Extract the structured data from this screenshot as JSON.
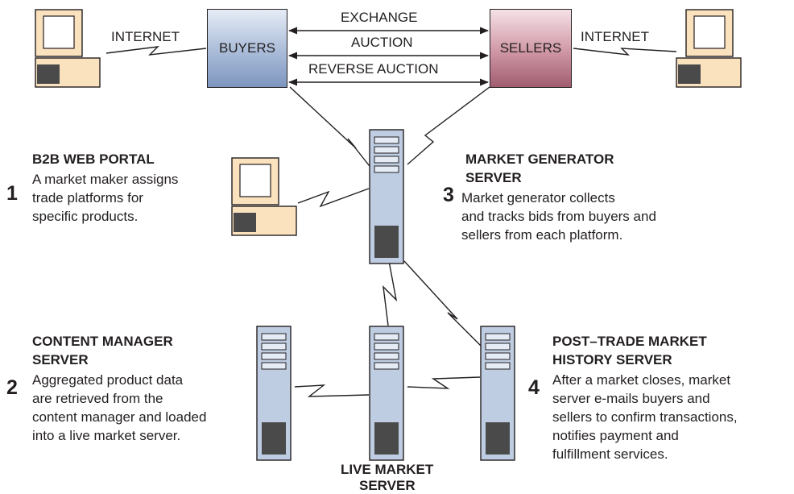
{
  "top": {
    "buyers_label": "BUYERS",
    "sellers_label": "SELLERS",
    "internet_left": "INTERNET",
    "internet_right": "INTERNET",
    "arrows": [
      "EXCHANGE",
      "AUCTION",
      "REVERSE AUCTION"
    ]
  },
  "steps": [
    {
      "number": "1",
      "title": [
        "B2B WEB PORTAL"
      ],
      "body": [
        "A market maker assigns",
        "trade platforms for",
        "specific products."
      ]
    },
    {
      "number": "2",
      "title": [
        "CONTENT MANAGER",
        "SERVER"
      ],
      "body": [
        "Aggregated product data",
        "are retrieved from the",
        "content manager and loaded",
        "into a live market server."
      ]
    },
    {
      "number": "3",
      "title": [
        "MARKET GENERATOR",
        "SERVER"
      ],
      "body": [
        "Market generator collects",
        "and tracks bids from buyers and",
        "sellers from each platform."
      ]
    },
    {
      "number": "4",
      "title": [
        "POST–TRADE MARKET",
        "HISTORY SERVER"
      ],
      "body": [
        "After a market closes, market",
        "server e-mails buyers and",
        "sellers to confirm transactions,",
        "notifies payment and",
        "fulfillment services."
      ]
    }
  ],
  "live_market": [
    "LIVE MARKET",
    "SERVER"
  ],
  "colors": {
    "buyers_fill": "#a9bbd8",
    "sellers_fill": "#cf96a5",
    "computer_fill": "#fbe2bf",
    "server_fill": "#bfcde2",
    "line": "#231f20"
  }
}
